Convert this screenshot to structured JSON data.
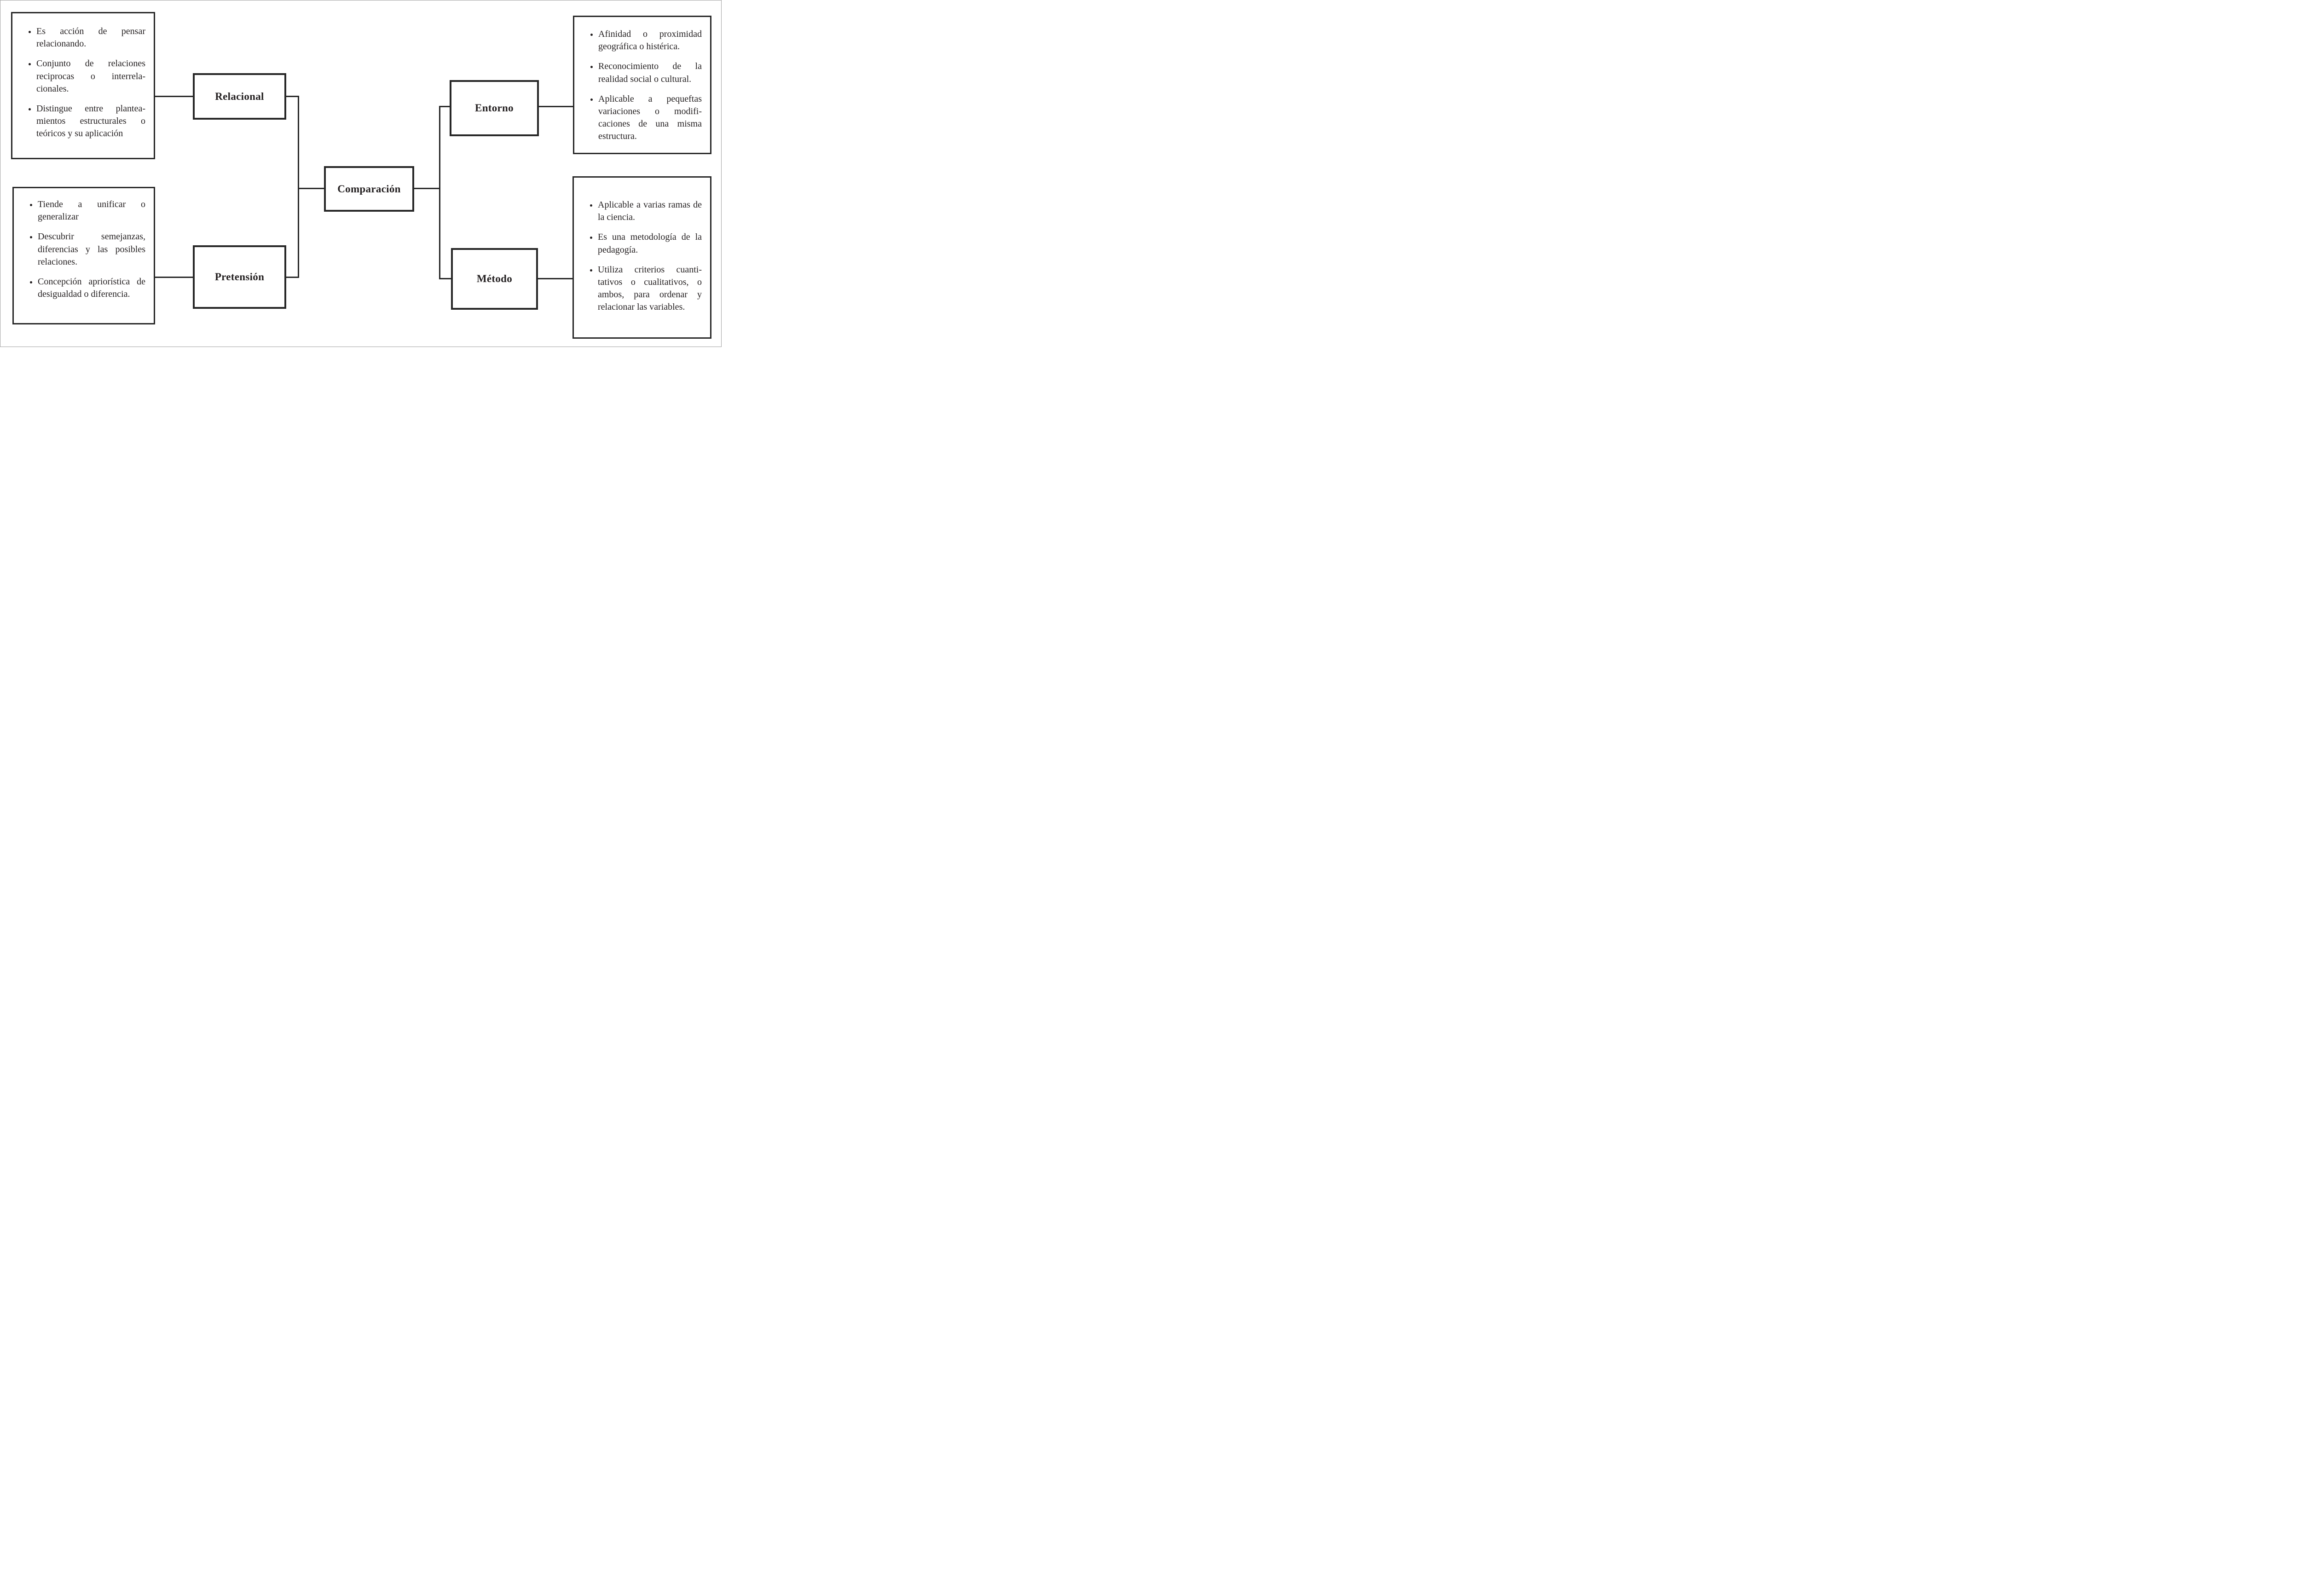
{
  "diagram": {
    "root": {
      "label": "Comparación"
    },
    "left_branch": {
      "nodes": [
        {
          "id": "relacional",
          "label": "Relacional",
          "bullets": [
            "Es acción de pensar relacionando.",
            "Conjunto de relaciones reciprocas o interrela­cionales.",
            "Distingue entre plantea­mientos estructurales o teóricos y su aplicación"
          ]
        },
        {
          "id": "pretension",
          "label": "Pretensión",
          "bullets": [
            "Tiende a unificar o generalizar",
            "Descubrir semejanzas, diferencias y las posibles relaciones.",
            "Concepción apriorís­tica de desigualdad o diferencia."
          ]
        }
      ]
    },
    "right_branch": {
      "nodes": [
        {
          "id": "entorno",
          "label": "Entorno",
          "bullets": [
            "Afinidad o proximidad geográfica o histérica.",
            "Reconocimiento de la realidad social o cultural.",
            "Aplicable a pequeftas variaciones o modifi­caciones de una misma estructura."
          ]
        },
        {
          "id": "metodo",
          "label": "Método",
          "bullets": [
            "Aplicable a varias ramas de la ciencia.",
            "Es una metodología de la pedagogía.",
            "Utiliza criterios cuanti­tativos o cualitativos, o ambos, para ordenar y relacionar las variables."
          ]
        }
      ]
    },
    "colors": {
      "line": "#262626",
      "text": "#231f20",
      "background": "#ffffff",
      "frame": "#a0a0a0"
    }
  }
}
